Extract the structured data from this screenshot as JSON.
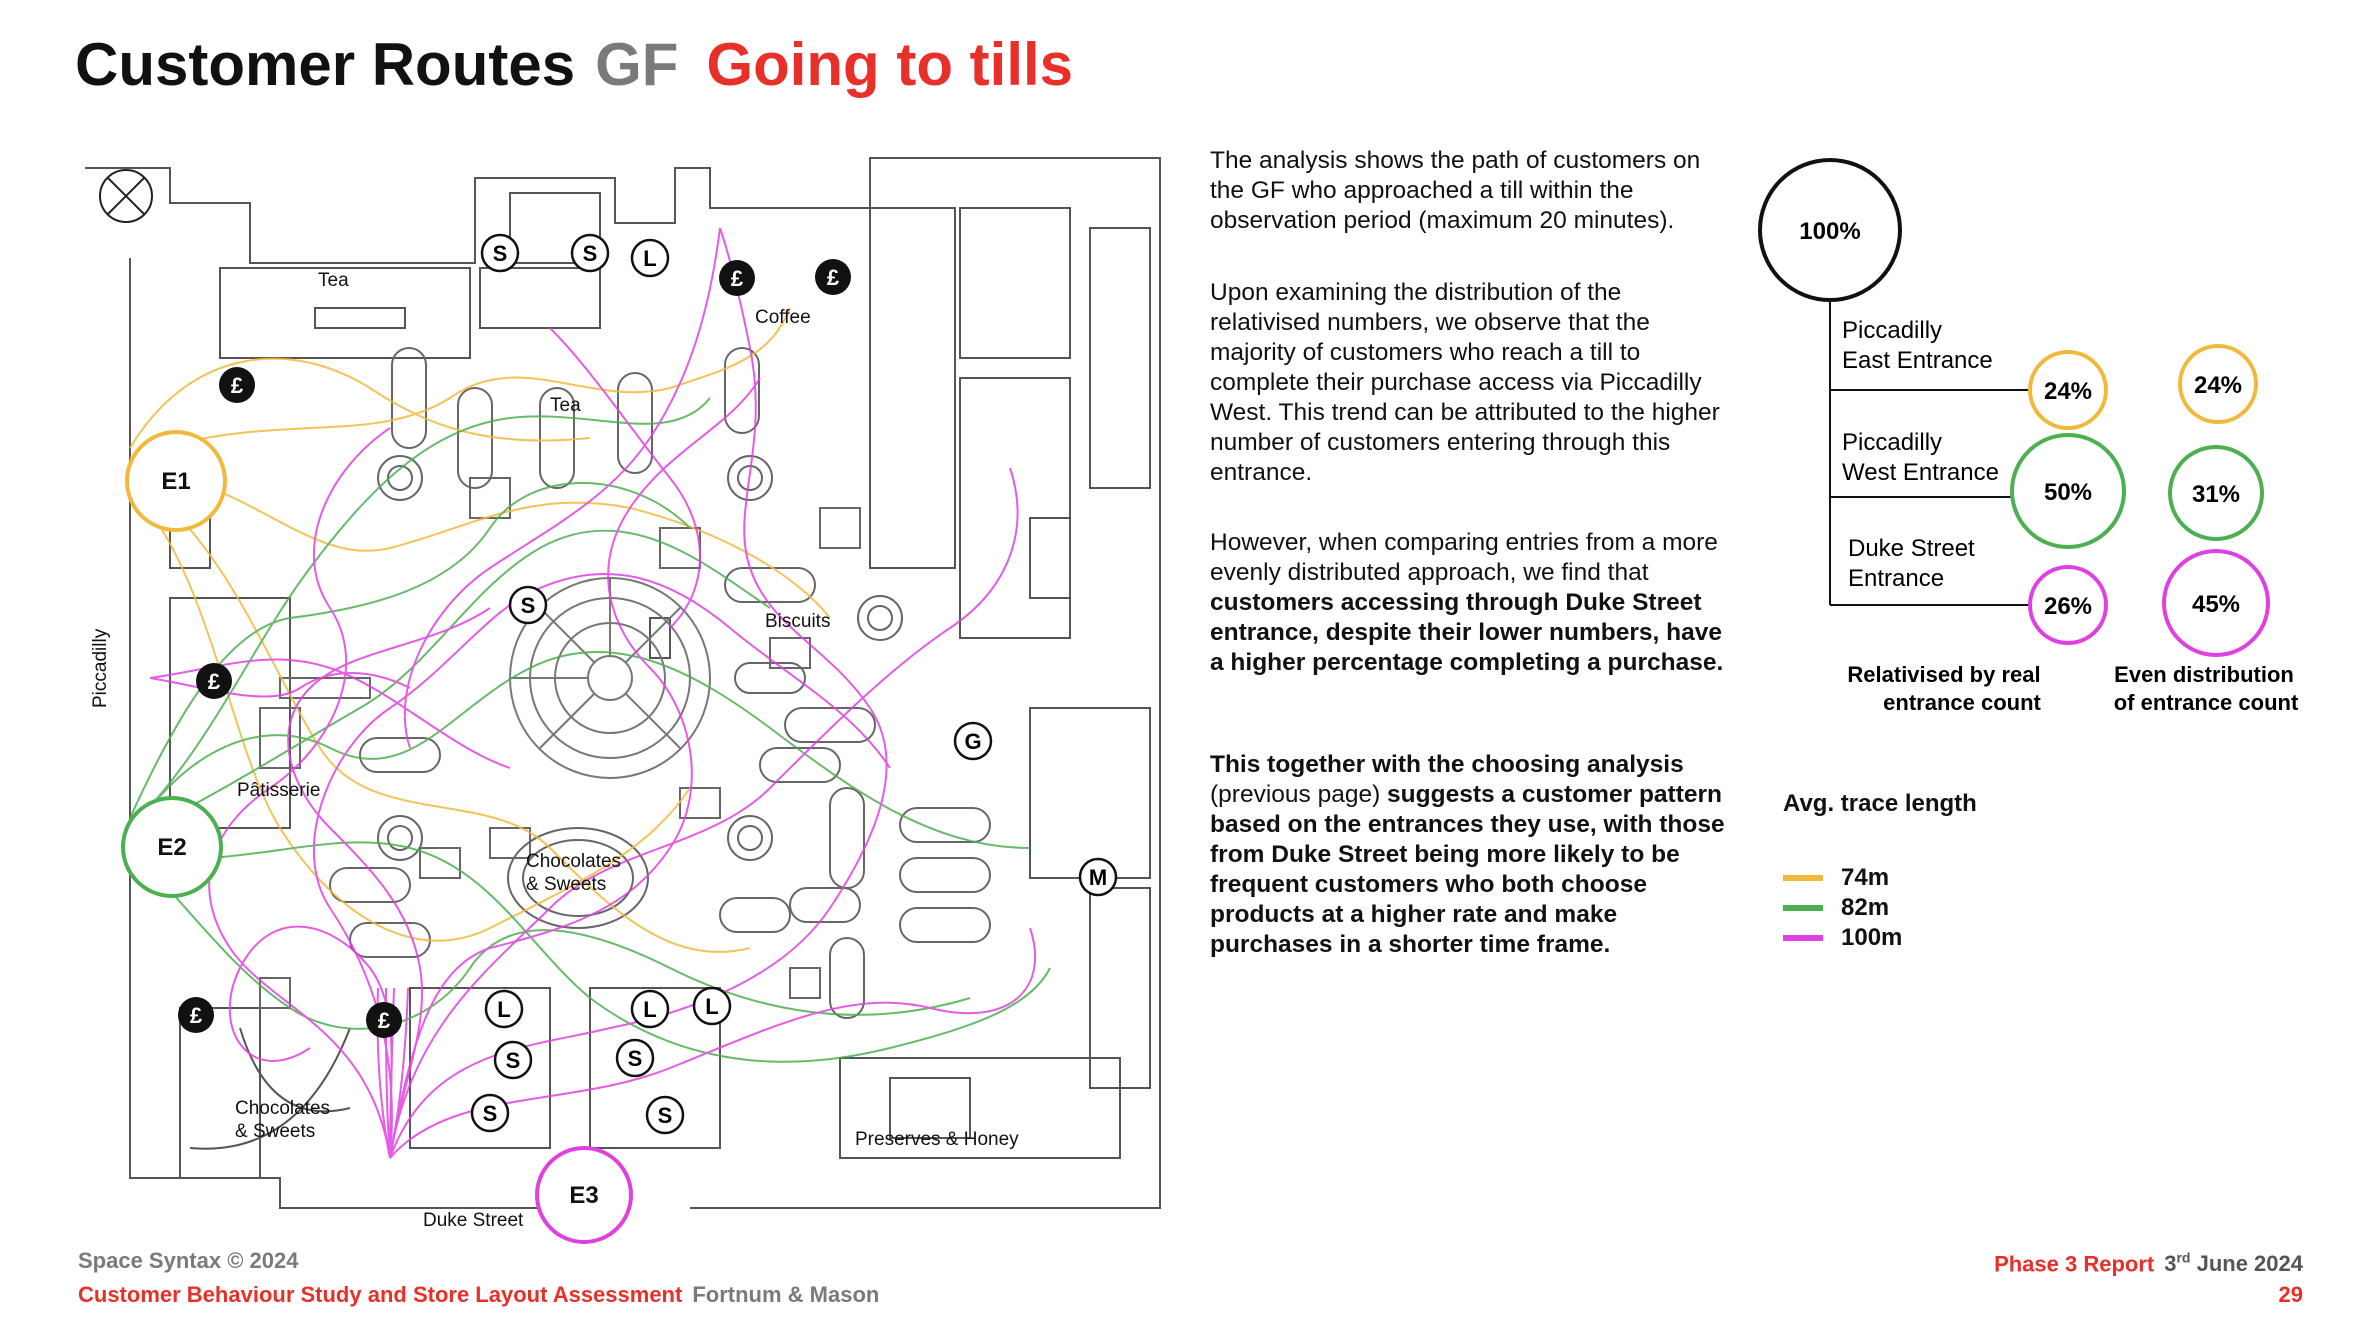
{
  "header": {
    "title_main": "Customer Routes",
    "title_floor": "GF",
    "title_topic": "Going to tills"
  },
  "colors": {
    "accent_red": "#e8302a",
    "grey": "#7a7a7a",
    "yellow_route": "#f0b93a",
    "green_route": "#4caf50",
    "magenta_route": "#e040e0"
  },
  "plan": {
    "labels": {
      "tea_top": "Tea",
      "tea_mid": "Tea",
      "coffee": "Coffee",
      "biscuits": "Biscuits",
      "patisserie": "Pâtisserie",
      "chocolates_center_1": "Chocolates",
      "chocolates_center_2": "& Sweets",
      "chocolates_bottom_1": "Chocolates",
      "chocolates_bottom_2": "& Sweets",
      "preserves": "Preserves & Honey",
      "duke_street": "Duke Street",
      "piccadilly": "Piccadilly"
    },
    "entrances": {
      "e1": "E1",
      "e2": "E2",
      "e3": "E3"
    },
    "markers": {
      "stairs": "S",
      "lift": "L",
      "till": "£",
      "g": "G",
      "m": "M"
    }
  },
  "text": {
    "p1": "The analysis shows the path of customers on the GF who approached a till within the observation period (maximum 20 minutes).",
    "p2": "Upon examining the distribution of the relativised numbers, we observe that the majority of customers who reach a till to complete their purchase access via Piccadilly West. This trend can be attributed to the higher number of customers entering through this entrance.",
    "p3_normal": "However, when comparing entries from a more evenly distributed approach, we find that ",
    "p3_bold": "customers accessing through Duke Street entrance, despite their lower numbers, have a higher percentage completing a purchase.",
    "p4_bold1": "This together with the choosing analysis",
    "p4_normal": " (previous page) ",
    "p4_bold2": "suggests a customer pattern based on the entrances they use, with those from Duke Street being more likely to be frequent customers who both choose products at a higher rate and make purchases in a shorter time frame."
  },
  "diagram": {
    "total": "100%",
    "entrances": [
      {
        "name1": "Piccadilly",
        "name2": "East Entrance",
        "relativised": "24%",
        "even": "24%",
        "color": "#f0b93a"
      },
      {
        "name1": "Piccadilly",
        "name2": "West Entrance",
        "relativised": "50%",
        "even": "31%",
        "color": "#4caf50"
      },
      {
        "name1": "Duke Street",
        "name2": "Entrance",
        "relativised": "26%",
        "even": "45%",
        "color": "#e040e0"
      }
    ],
    "col_relativised_1": "Relativised by real",
    "col_relativised_2": "entrance count",
    "col_even_1": "Even distribution",
    "col_even_2": "of entrance count"
  },
  "legend": {
    "title": "Avg. trace length",
    "items": [
      {
        "label": "74m",
        "color": "#f0b93a"
      },
      {
        "label": "82m",
        "color": "#4caf50"
      },
      {
        "label": "100m",
        "color": "#e040e0"
      }
    ]
  },
  "footer": {
    "copyright": "Space Syntax © 2024",
    "study": "Customer Behaviour Study and Store Layout Assessment",
    "client": "Fortnum & Mason",
    "report": "Phase 3 Report",
    "date_day": "3",
    "date_sup": "rd",
    "date_rest": " June 2024",
    "page": "29"
  }
}
